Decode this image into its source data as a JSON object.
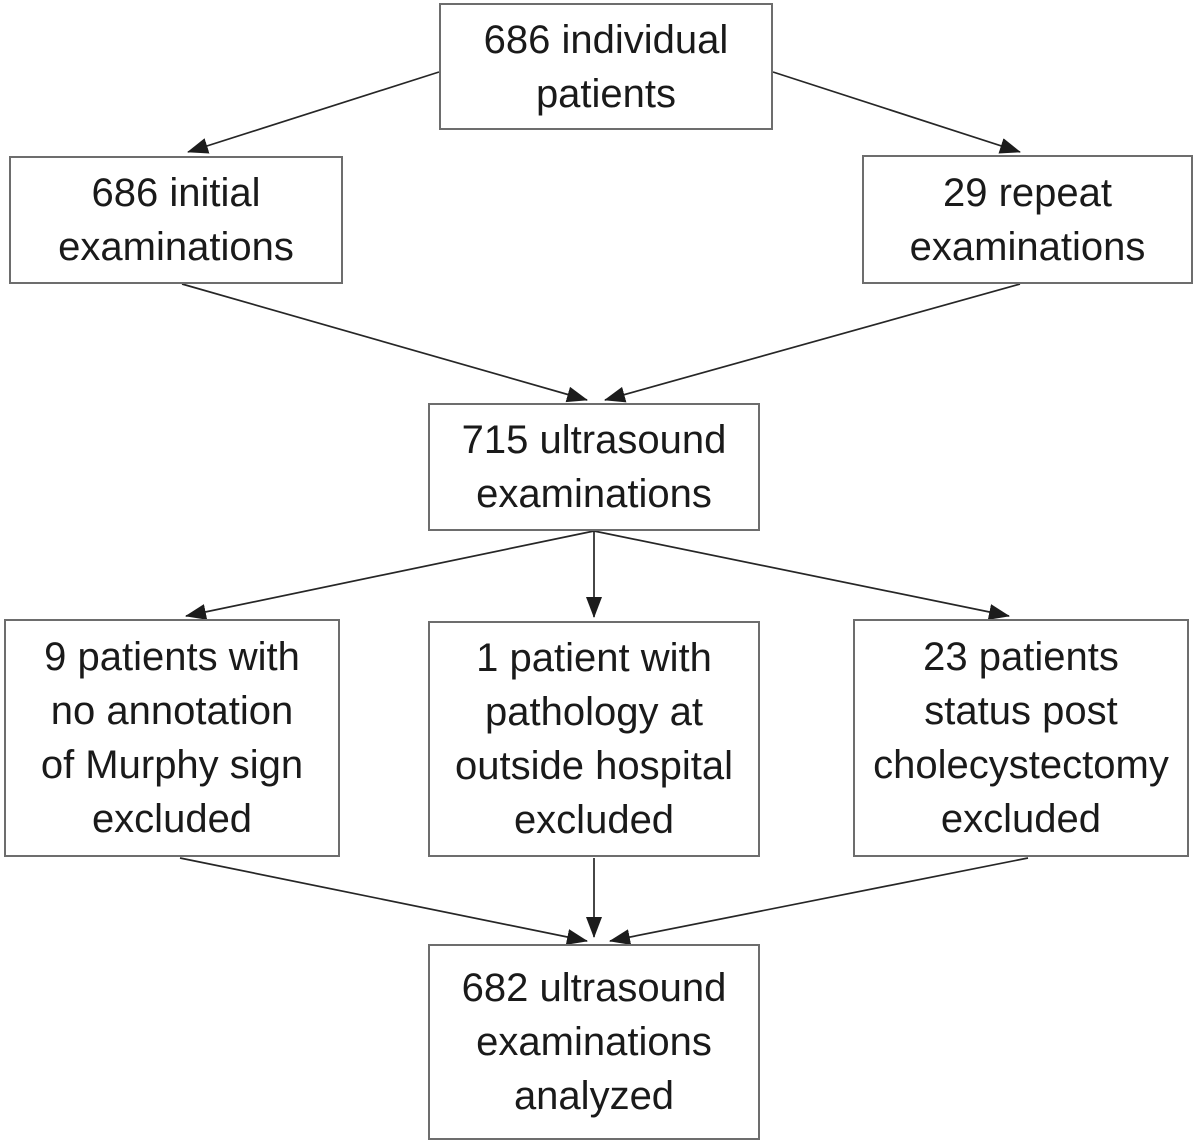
{
  "figure": {
    "type": "flowchart",
    "background_color": "#ffffff",
    "box_border_color": "#6d6d6d",
    "arrow_color": "#262626",
    "text_color": "#1a1a1a",
    "nodes": {
      "individual_patients": {
        "label": "686 individual\npatients"
      },
      "initial_examinations": {
        "label": "686 initial\nexaminations"
      },
      "repeat_examinations": {
        "label": "29 repeat\nexaminations"
      },
      "ultrasound_examinations": {
        "label": "715 ultrasound\nexaminations"
      },
      "excluded_no_murphy": {
        "label": "9 patients with\nno annotation\nof Murphy sign\nexcluded"
      },
      "excluded_outside_pathology": {
        "label": "1 patient with\npathology at\noutside hospital\nexcluded"
      },
      "excluded_cholecystectomy": {
        "label": "23 patients\nstatus post\ncholecystectomy\nexcluded"
      },
      "analyzed_examinations": {
        "label": "682 ultrasound\nexaminations\nanalyzed"
      }
    },
    "edges": [
      {
        "from": "individual_patients",
        "to": "initial_examinations"
      },
      {
        "from": "individual_patients",
        "to": "repeat_examinations"
      },
      {
        "from": "initial_examinations",
        "to": "ultrasound_examinations"
      },
      {
        "from": "repeat_examinations",
        "to": "ultrasound_examinations"
      },
      {
        "from": "ultrasound_examinations",
        "to": "excluded_no_murphy"
      },
      {
        "from": "ultrasound_examinations",
        "to": "excluded_outside_pathology"
      },
      {
        "from": "ultrasound_examinations",
        "to": "excluded_cholecystectomy"
      },
      {
        "from": "excluded_no_murphy",
        "to": "analyzed_examinations"
      },
      {
        "from": "excluded_outside_pathology",
        "to": "analyzed_examinations"
      },
      {
        "from": "excluded_cholecystectomy",
        "to": "analyzed_examinations"
      }
    ]
  }
}
